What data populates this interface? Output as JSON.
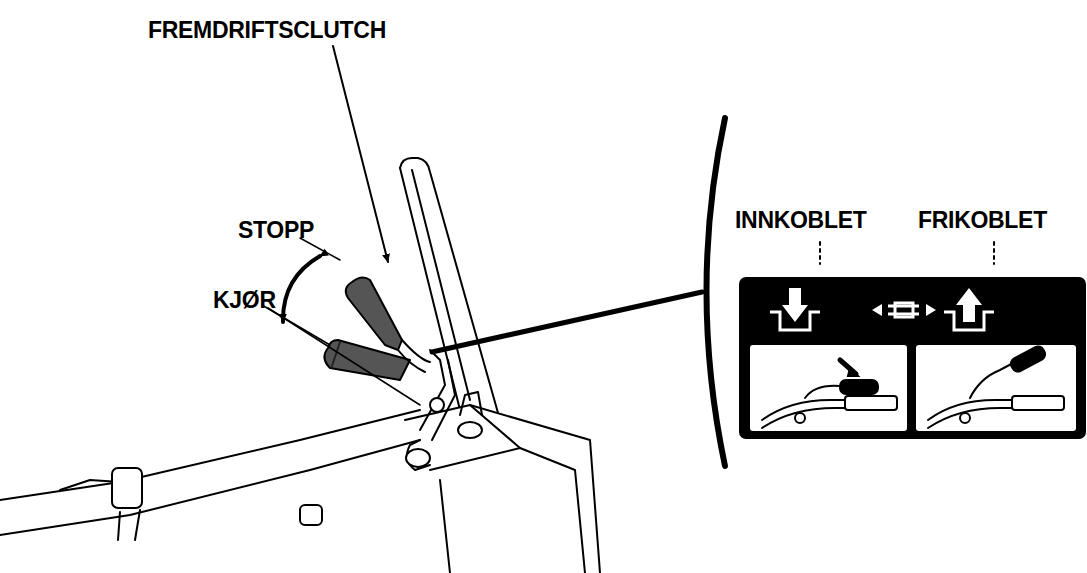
{
  "diagram": {
    "labels": [
      "FREMDRIFTSCLUTCH",
      "STOPP",
      "KJØR",
      "INNKOBLET",
      "FRIKOBLET"
    ]
  }
}
